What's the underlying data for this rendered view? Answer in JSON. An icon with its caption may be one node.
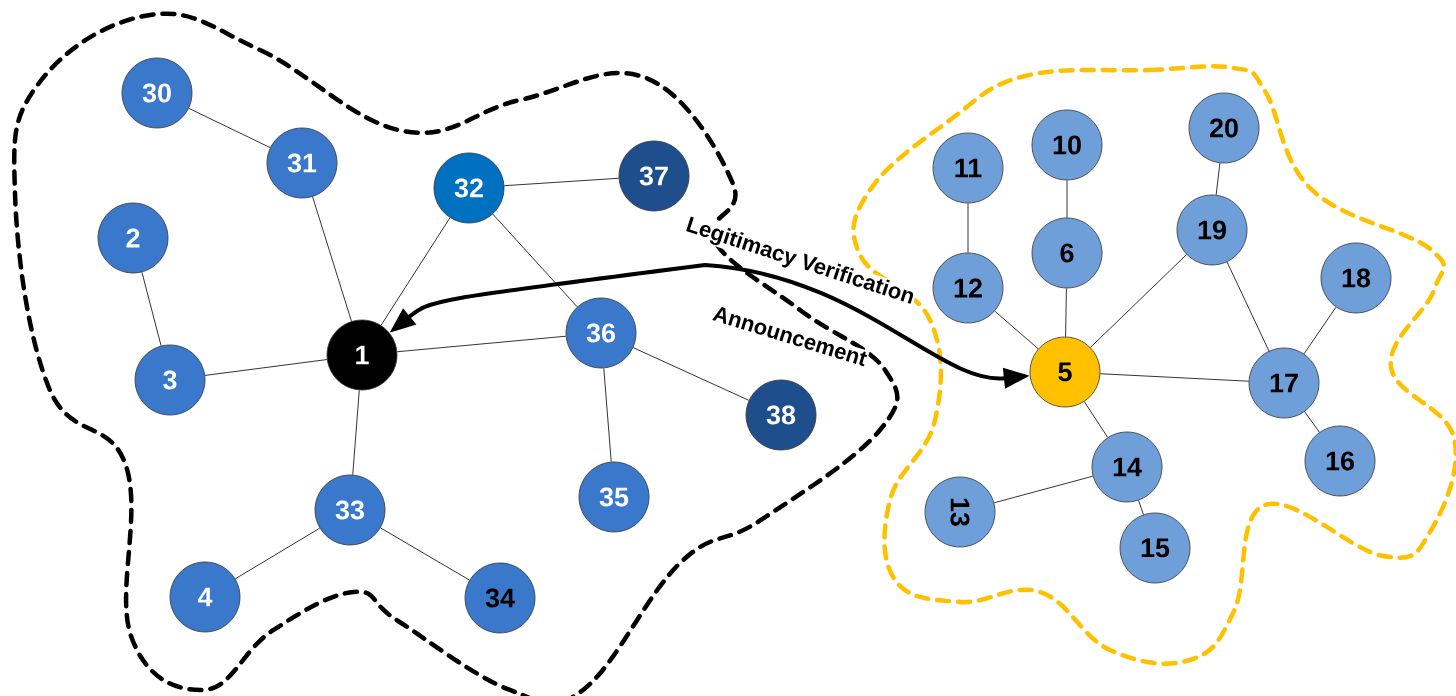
{
  "diagram": {
    "nodes": [
      {
        "text": [],
        "shape": "cloud"
      },
      {
        "text": [
          "30"
        ],
        "in": 0
      },
      {
        "text": [
          "31"
        ],
        "in": 0
      },
      {
        "text": [
          "2"
        ],
        "in": 0
      },
      {
        "text": [
          "32"
        ],
        "in": 0
      },
      {
        "text": [
          "37"
        ],
        "in": 0
      },
      {
        "text": [
          "3"
        ],
        "in": 0
      },
      {
        "text": [
          "1"
        ],
        "in": 0
      },
      {
        "text": [
          "36"
        ],
        "in": 0
      },
      {
        "text": [
          "38"
        ],
        "in": 0
      },
      {
        "text": [
          "33"
        ],
        "in": 0
      },
      {
        "text": [
          "35"
        ],
        "in": 0
      },
      {
        "text": [
          "4"
        ],
        "in": 0
      },
      {
        "text": [
          "34"
        ],
        "in": 0
      },
      {
        "text": [],
        "shape": "cloud"
      },
      {
        "text": [
          "11"
        ],
        "in": 14
      },
      {
        "text": [
          "10"
        ],
        "in": 14
      },
      {
        "text": [
          "20"
        ],
        "in": 14
      },
      {
        "text": [
          "12"
        ],
        "in": 14
      },
      {
        "text": [
          "6"
        ],
        "in": 14
      },
      {
        "text": [
          "19"
        ],
        "in": 14
      },
      {
        "text": [
          "18"
        ],
        "in": 14
      },
      {
        "text": [
          "5"
        ],
        "in": 14
      },
      {
        "text": [
          "17"
        ],
        "in": 14
      },
      {
        "text": [
          "16"
        ],
        "in": 14
      },
      {
        "text": [
          "14"
        ],
        "in": 14
      },
      {
        "text": [
          "13"
        ],
        "in": 14
      },
      {
        "text": [
          "15"
        ],
        "in": 14
      }
    ],
    "edges": [
      {
        "from": 1,
        "to": 2,
        "arrow": "none"
      },
      {
        "from": 2,
        "to": 7,
        "arrow": "none"
      },
      {
        "from": 3,
        "to": 6,
        "arrow": "none"
      },
      {
        "from": 4,
        "to": 5,
        "arrow": "none"
      },
      {
        "from": 4,
        "to": 7,
        "arrow": "none"
      },
      {
        "from": 4,
        "to": 8,
        "arrow": "none"
      },
      {
        "from": 6,
        "to": 7,
        "arrow": "none"
      },
      {
        "from": 7,
        "to": 8,
        "arrow": "none"
      },
      {
        "from": 8,
        "to": 9,
        "arrow": "none"
      },
      {
        "from": 8,
        "to": 11,
        "arrow": "none"
      },
      {
        "from": 7,
        "to": 10,
        "arrow": "none"
      },
      {
        "from": 10,
        "to": 12,
        "arrow": "none"
      },
      {
        "from": 10,
        "to": 13,
        "arrow": "none"
      },
      {
        "from": 15,
        "to": 18,
        "arrow": "none"
      },
      {
        "from": 16,
        "to": 19,
        "arrow": "none"
      },
      {
        "from": 17,
        "to": 20,
        "arrow": "none"
      },
      {
        "from": 18,
        "to": 22,
        "arrow": "none"
      },
      {
        "from": 19,
        "to": 22,
        "arrow": "none"
      },
      {
        "from": 20,
        "to": 22,
        "arrow": "none"
      },
      {
        "from": 20,
        "to": 23,
        "arrow": "none"
      },
      {
        "from": 21,
        "to": 23,
        "arrow": "none"
      },
      {
        "from": 22,
        "to": 23,
        "arrow": "none"
      },
      {
        "from": 23,
        "to": 24,
        "arrow": "none"
      },
      {
        "from": 22,
        "to": 25,
        "arrow": "none"
      },
      {
        "from": 25,
        "to": 26,
        "arrow": "none"
      },
      {
        "from": 25,
        "to": 27,
        "arrow": "none"
      },
      {
        "from": 7,
        "to": 22,
        "arrow": "both",
        "style": "thick",
        "label": "Legitimacy Verification"
      }
    ],
    "labels": [
      "Announcement"
    ]
  }
}
